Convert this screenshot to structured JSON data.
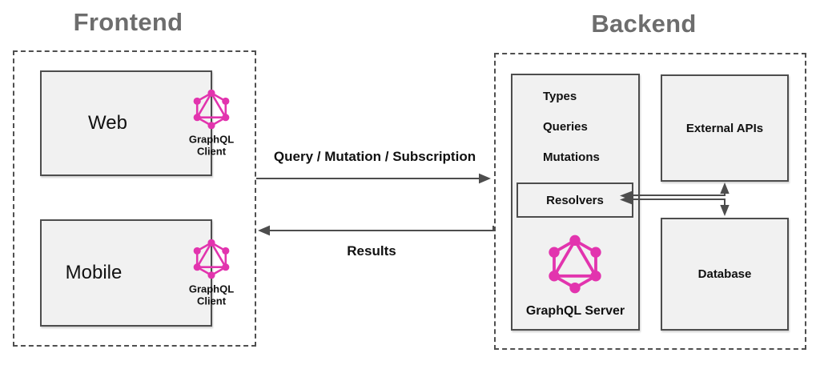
{
  "frontend": {
    "title": "Frontend",
    "web": {
      "label": "Web",
      "client_caption": "GraphQL Client"
    },
    "mobile": {
      "label": "Mobile",
      "client_caption": "GraphQL Client"
    }
  },
  "connections": {
    "request_label": "Query / Mutation / Subscription",
    "response_label": "Results"
  },
  "backend": {
    "title": "Backend",
    "server": {
      "schema_items": [
        "Types",
        "Queries",
        "Mutations"
      ],
      "resolvers_label": "Resolvers",
      "caption": "GraphQL Server"
    },
    "external_apis_label": "External APIs",
    "database_label": "Database"
  },
  "colors": {
    "graphql_pink": "#e234ae",
    "line_gray": "#4d4d4d",
    "title_gray": "#6d6d6d",
    "box_fill": "#f1f1f1"
  }
}
